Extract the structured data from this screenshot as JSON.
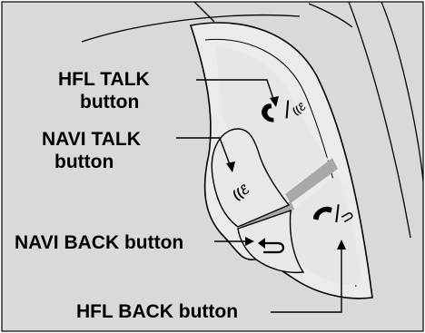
{
  "callouts": {
    "hfl_talk": {
      "line1": "HFL TALK",
      "line2": "button"
    },
    "navi_talk": {
      "line1": "NAVI TALK",
      "line2": "button"
    },
    "navi_back": {
      "text": "NAVI BACK button"
    },
    "hfl_back": {
      "text": "HFL BACK button"
    }
  },
  "colors": {
    "background": "#d9d9d9",
    "panel": "#ebebeb",
    "button_face": "#e6e6e6",
    "separator": "#a9a9a9",
    "ink": "#000000"
  },
  "icons": {
    "hfl_talk": "phone-pickup-with-voice-icon",
    "navi_talk": "voice-command-icon",
    "navi_back": "back-arrow-icon",
    "hfl_back": "phone-hangup-with-back-arrow-icon"
  }
}
